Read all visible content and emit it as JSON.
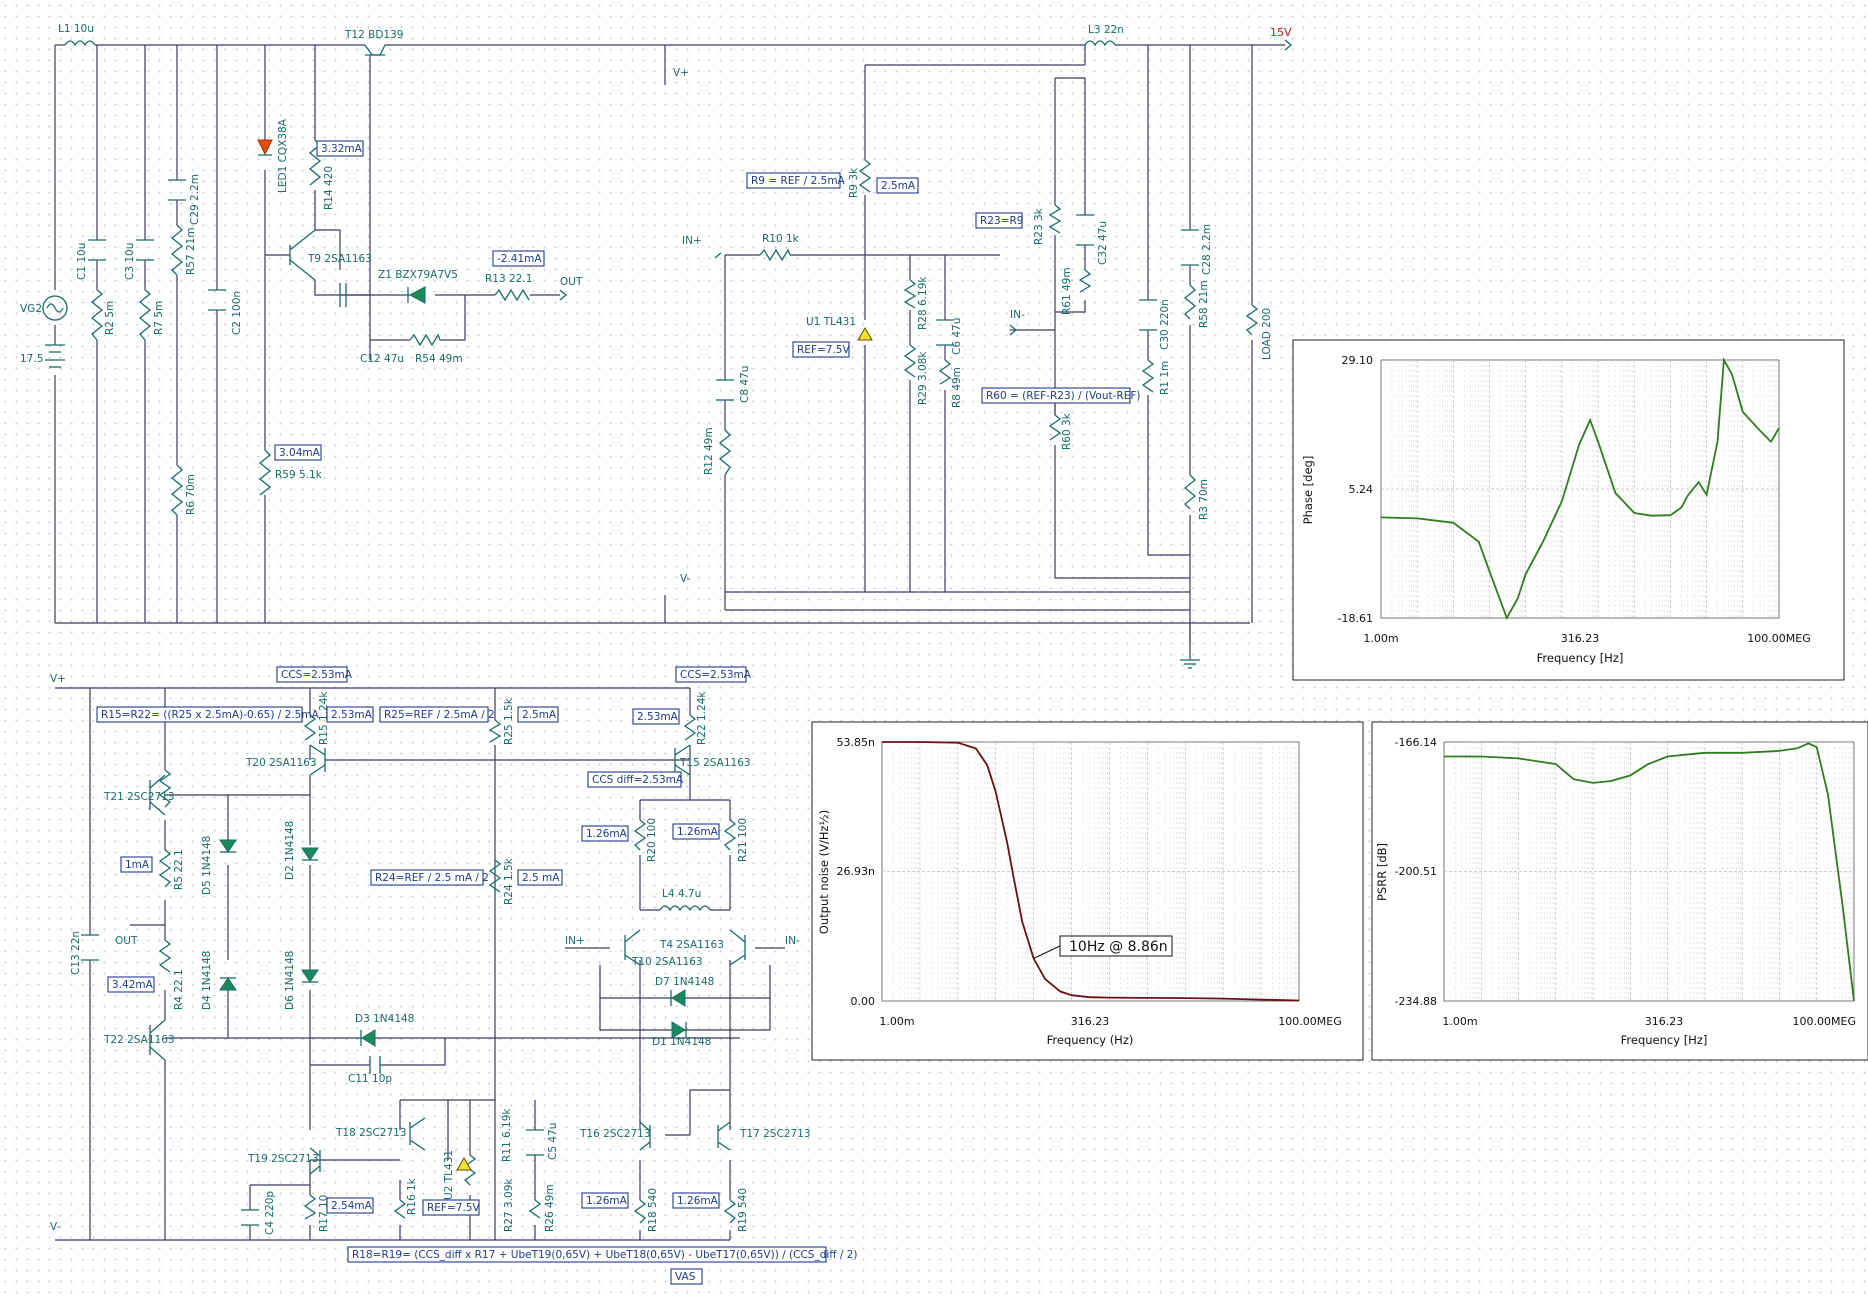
{
  "components": [
    {
      "id": "L1",
      "label": "L1 10u"
    },
    {
      "id": "T12",
      "label": "T12 BD139"
    },
    {
      "id": "L3",
      "label": "L3 22n"
    },
    {
      "id": "V15",
      "label": "15V"
    },
    {
      "id": "Vplus_top",
      "label": "V+"
    },
    {
      "id": "Vminus_top",
      "label": "V-"
    },
    {
      "id": "LED1",
      "label": "LED1 CQX38A"
    },
    {
      "id": "R14",
      "label": "R14 420"
    },
    {
      "id": "T9",
      "label": "T9 2SA1163"
    },
    {
      "id": "Z1",
      "label": "Z1 BZX79A7V5"
    },
    {
      "id": "R13",
      "label": "R13 22.1"
    },
    {
      "id": "OUT_top",
      "label": "OUT"
    },
    {
      "id": "C12",
      "label": "C12 47u"
    },
    {
      "id": "R54",
      "label": "R54 49m"
    },
    {
      "id": "C1",
      "label": "C1 10u"
    },
    {
      "id": "R2",
      "label": "R2 5m"
    },
    {
      "id": "C3",
      "label": "C3 10u"
    },
    {
      "id": "R7",
      "label": "R7 5m"
    },
    {
      "id": "C29",
      "label": "C29 2.2m"
    },
    {
      "id": "R57",
      "label": "R57 21m"
    },
    {
      "id": "C2",
      "label": "C2 100n"
    },
    {
      "id": "R6",
      "label": "R6 70m"
    },
    {
      "id": "R59",
      "label": "R59 5.1k"
    },
    {
      "id": "VG2",
      "label": "VG2"
    },
    {
      "id": "V175",
      "label": "17.5"
    },
    {
      "id": "R9",
      "label": "R9 3k"
    },
    {
      "id": "R10",
      "label": "R10 1k"
    },
    {
      "id": "INp_top",
      "label": "IN+"
    },
    {
      "id": "U1",
      "label": "U1 TL431"
    },
    {
      "id": "R28",
      "label": "R28 6.19k"
    },
    {
      "id": "C6",
      "label": "C6 47u"
    },
    {
      "id": "R29",
      "label": "R29 3.08k"
    },
    {
      "id": "R8",
      "label": "R8 49m"
    },
    {
      "id": "C8",
      "label": "C8 47u"
    },
    {
      "id": "R12",
      "label": "R12 49m"
    },
    {
      "id": "R23",
      "label": "R23 3k"
    },
    {
      "id": "C32",
      "label": "C32 47u"
    },
    {
      "id": "R61",
      "label": "R61 49m"
    },
    {
      "id": "INm_top",
      "label": "IN-"
    },
    {
      "id": "R60",
      "label": "R60 3k"
    },
    {
      "id": "C30",
      "label": "C30 220n"
    },
    {
      "id": "R1",
      "label": "R1 1m"
    },
    {
      "id": "C28",
      "label": "C28 2.2m"
    },
    {
      "id": "R58",
      "label": "R58 21m"
    },
    {
      "id": "R3",
      "label": "R3 70m"
    },
    {
      "id": "LOAD",
      "label": "LOAD 200"
    },
    {
      "id": "Vplus_b",
      "label": "V+"
    },
    {
      "id": "Vminus_b",
      "label": "V-"
    },
    {
      "id": "R15",
      "label": "R15 1.24k"
    },
    {
      "id": "T20",
      "label": "T20 2SA1163"
    },
    {
      "id": "R25",
      "label": "R25 1.5k"
    },
    {
      "id": "R22",
      "label": "R22 1.24k"
    },
    {
      "id": "T15",
      "label": "T15 2SA1163"
    },
    {
      "id": "T21",
      "label": "T21 2SC2713"
    },
    {
      "id": "D5",
      "label": "D5 1N4148"
    },
    {
      "id": "R5",
      "label": "R5 22.1"
    },
    {
      "id": "D2",
      "label": "D2 1N4148"
    },
    {
      "id": "R20",
      "label": "R20 100"
    },
    {
      "id": "R21",
      "label": "R21 100"
    },
    {
      "id": "L4",
      "label": "L4 4.7u"
    },
    {
      "id": "R24",
      "label": "R24 1.5k"
    },
    {
      "id": "C13",
      "label": "C13 22n"
    },
    {
      "id": "OUT_b",
      "label": "OUT"
    },
    {
      "id": "INp_b",
      "label": "IN+"
    },
    {
      "id": "T10",
      "label": "T10 2SA1163"
    },
    {
      "id": "T4",
      "label": "T4 2SA1163"
    },
    {
      "id": "INm_b",
      "label": "IN-"
    },
    {
      "id": "D4",
      "label": "D4 1N4148"
    },
    {
      "id": "R4",
      "label": "R4 22.1"
    },
    {
      "id": "D6",
      "label": "D6 1N4148"
    },
    {
      "id": "D7",
      "label": "D7 1N4148"
    },
    {
      "id": "D3",
      "label": "D3 1N4148"
    },
    {
      "id": "D1",
      "label": "D1 1N4148"
    },
    {
      "id": "T22",
      "label": "T22 2SA1163"
    },
    {
      "id": "C11",
      "label": "C11 10p"
    },
    {
      "id": "T18",
      "label": "T18 2SC2713"
    },
    {
      "id": "T16",
      "label": "T16 2SC2713"
    },
    {
      "id": "T17",
      "label": "T17 2SC2713"
    },
    {
      "id": "T19",
      "label": "T19 2SC2713"
    },
    {
      "id": "U2",
      "label": "U2 TL431"
    },
    {
      "id": "R11",
      "label": "R11 6.19k"
    },
    {
      "id": "C5",
      "label": "C5 47u"
    },
    {
      "id": "C4",
      "label": "C4 220p"
    },
    {
      "id": "R17",
      "label": "R17 10"
    },
    {
      "id": "R16",
      "label": "R16 1k"
    },
    {
      "id": "R27",
      "label": "R27 3.09k"
    },
    {
      "id": "R26",
      "label": "R26 49m"
    },
    {
      "id": "R18",
      "label": "R18 540"
    },
    {
      "id": "R19",
      "label": "R19 540"
    }
  ],
  "annotations": [
    {
      "id": "a1",
      "text": "3.32mA"
    },
    {
      "id": "a2",
      "text": "-2.41mA"
    },
    {
      "id": "a3",
      "text": "3.04mA"
    },
    {
      "id": "a4",
      "text": "R9 = REF / 2.5mA"
    },
    {
      "id": "a5",
      "text": "2.5mA"
    },
    {
      "id": "a6",
      "text": "R23=R9"
    },
    {
      "id": "a7",
      "text": "REF=7.5V"
    },
    {
      "id": "a8",
      "text": "R60 = (REF-R23) / (Vout-REF)"
    },
    {
      "id": "a9",
      "text": "CCS=2.53mA"
    },
    {
      "id": "a10",
      "text": "CCS=2.53mA"
    },
    {
      "id": "a11",
      "text": "R15=R22= ((R25 x 2.5mA)-0.65) / 2.5mA"
    },
    {
      "id": "a12",
      "text": "2.53mA"
    },
    {
      "id": "a13",
      "text": "R25=REF / 2.5mA / 2"
    },
    {
      "id": "a14",
      "text": "2.5mA"
    },
    {
      "id": "a15",
      "text": "2.53mA"
    },
    {
      "id": "a16",
      "text": "CCS diff=2.53mA"
    },
    {
      "id": "a17",
      "text": "1.26mA"
    },
    {
      "id": "a18",
      "text": "1.26mA"
    },
    {
      "id": "a19",
      "text": "1mA"
    },
    {
      "id": "a20",
      "text": "R24=REF / 2.5  mA / 2"
    },
    {
      "id": "a21",
      "text": "2.5  mA"
    },
    {
      "id": "a22",
      "text": "3.42mA"
    },
    {
      "id": "a23",
      "text": "2.54mA"
    },
    {
      "id": "a24",
      "text": "REF=7.5V"
    },
    {
      "id": "a25",
      "text": "1.26mA"
    },
    {
      "id": "a26",
      "text": "1.26mA"
    },
    {
      "id": "a27",
      "text": "R18=R19= (CCS_diff x R17 + UbeT19(0,65V) + UbeT18(0,65V) - UbeT17(0,65V)) / (CCS_diff / 2)"
    },
    {
      "id": "a28",
      "text": "VAS"
    }
  ],
  "chart_data": [
    {
      "type": "line",
      "title": "",
      "xlabel": "Frequency [Hz]",
      "ylabel": "Phase [deg]",
      "x_scale": "log",
      "xlim": [
        0.001,
        100000000
      ],
      "ylim": [
        -18.61,
        29.1
      ],
      "x_ticks": [
        "1.00m",
        "316.23",
        "100.00MEG"
      ],
      "y_ticks": [
        "29.10",
        "5.24",
        "-18.61"
      ],
      "grid": true,
      "color": "#2e7d1e",
      "x": [
        0.001,
        0.01,
        0.1,
        0.5,
        1,
        3,
        6,
        10,
        30,
        100,
        300,
        600,
        1000,
        3000,
        10000,
        30000,
        100000,
        200000,
        300000,
        600000,
        1000000,
        2000000,
        3000000,
        5000000,
        10000000,
        30000000,
        60000000,
        100000000
      ],
      "y": [
        0.0,
        -0.2,
        -1.0,
        -4.5,
        -10.0,
        -18.6,
        -15.0,
        -10.5,
        -4.5,
        3.0,
        13.5,
        18.0,
        14.0,
        4.5,
        0.8,
        0.3,
        0.4,
        1.8,
        4.0,
        6.5,
        4.2,
        14.0,
        29.1,
        26.5,
        19.5,
        16.0,
        14.0,
        16.5
      ]
    },
    {
      "type": "line",
      "title": "",
      "xlabel": "Frequency (Hz)",
      "ylabel": "Output noise (V/Hz½)",
      "x_scale": "log",
      "xlim": [
        0.001,
        100000000
      ],
      "ylim": [
        0,
        53.85
      ],
      "y_unit": "n",
      "x_ticks": [
        "1.00m",
        "316.23",
        "100.00MEG"
      ],
      "y_ticks": [
        "53.85n",
        "26.93n",
        "0.00"
      ],
      "grid": true,
      "color": "#6e0f10",
      "annotation": "10Hz @ 8.86n",
      "x": [
        0.001,
        0.01,
        0.1,
        0.3,
        0.6,
        1,
        2,
        3,
        5,
        10,
        20,
        50,
        100,
        300,
        1000,
        10000,
        100000,
        1000000,
        10000000,
        100000000
      ],
      "y": [
        53.85,
        53.85,
        53.7,
        52.5,
        49.0,
        43.5,
        33.0,
        25.5,
        16.5,
        8.86,
        4.6,
        2.0,
        1.2,
        0.8,
        0.7,
        0.65,
        0.6,
        0.5,
        0.3,
        0.1
      ]
    },
    {
      "type": "line",
      "title": "",
      "xlabel": "Frequency [Hz]",
      "ylabel": "PSRR [dB]",
      "x_scale": "log",
      "xlim": [
        0.001,
        100000000
      ],
      "ylim": [
        -234.88,
        -166.14
      ],
      "x_ticks": [
        "1.00m",
        "316.23",
        "100.00MEG"
      ],
      "y_ticks": [
        "-166.14",
        "-200.51",
        "-234.88"
      ],
      "grid": true,
      "color": "#2e7d1e",
      "x": [
        0.001,
        0.01,
        0.1,
        1,
        3,
        10,
        30,
        100,
        300,
        1000,
        3000,
        10000,
        100000,
        1000000,
        3000000,
        6000000,
        10000000,
        20000000,
        50000000,
        100000000
      ],
      "y": [
        -170.0,
        -170.0,
        -170.5,
        -172.0,
        -176.0,
        -177.0,
        -176.5,
        -175.0,
        -172.0,
        -170.0,
        -169.5,
        -169.0,
        -169.0,
        -168.5,
        -167.8,
        -166.5,
        -167.5,
        -180.0,
        -210.0,
        -234.88
      ]
    }
  ]
}
